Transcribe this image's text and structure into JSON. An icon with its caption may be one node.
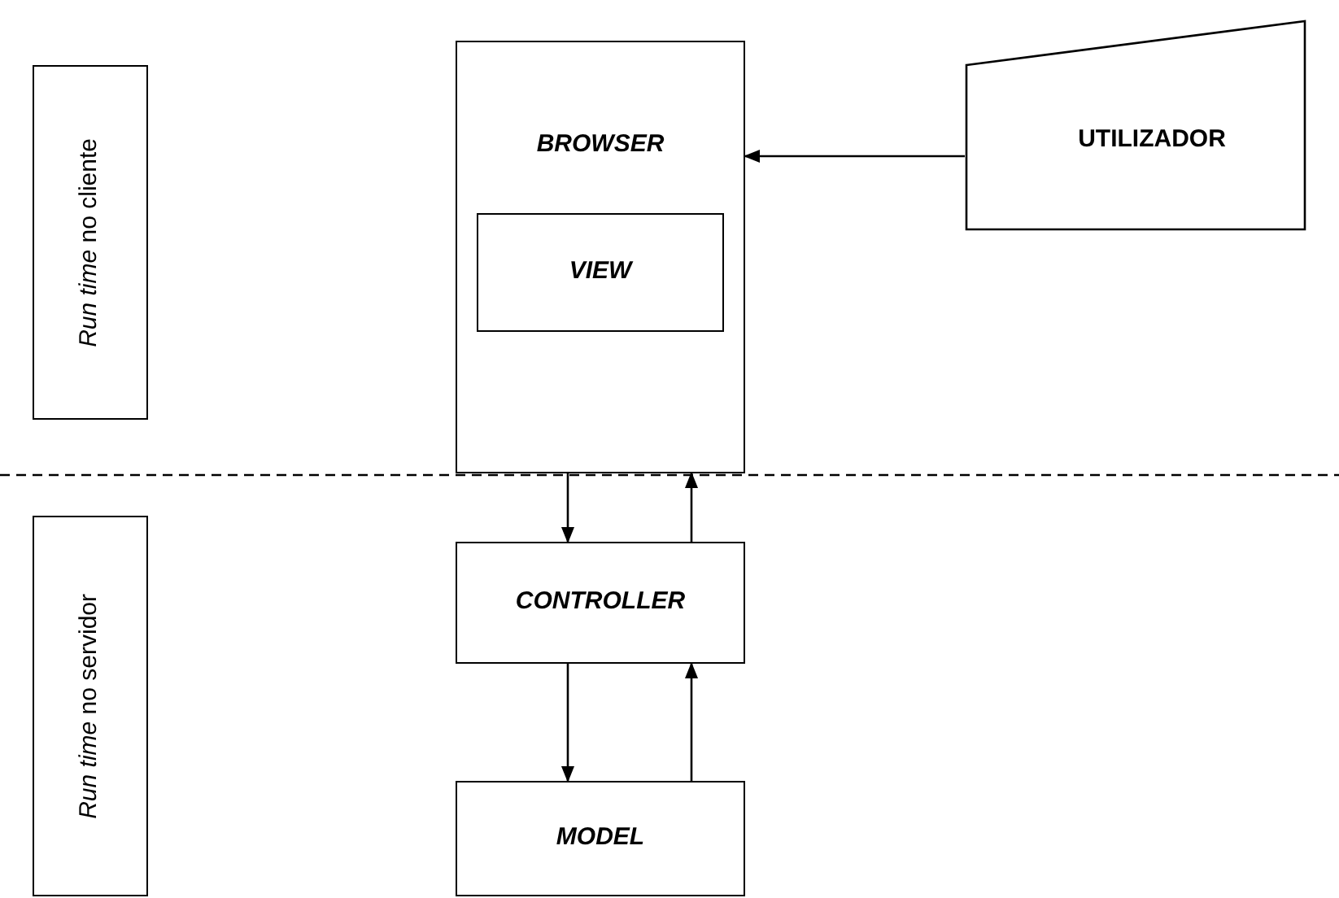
{
  "diagram": {
    "nodes": [
      {
        "text": [
          "*Run time* no cliente"
        ]
      },
      {
        "text": [
          "BROWSER"
        ]
      },
      {
        "text": [
          "VIEW"
        ],
        "in": 1
      },
      {
        "text": [
          "UTILIZADOR"
        ]
      },
      {
        "text": [
          "*Run time* no servidor"
        ]
      },
      {
        "text": [
          "CONTROLLER"
        ]
      },
      {
        "text": [
          "MODEL"
        ]
      }
    ],
    "edges": [
      {
        "from": 3,
        "to": 1,
        "arrow": "to"
      },
      {
        "from": 1,
        "to": 5,
        "arrow": "to"
      },
      {
        "from": 5,
        "to": 1,
        "arrow": "to"
      },
      {
        "from": 5,
        "to": 6,
        "arrow": "to"
      },
      {
        "from": 6,
        "to": 5,
        "arrow": "to"
      }
    ]
  }
}
